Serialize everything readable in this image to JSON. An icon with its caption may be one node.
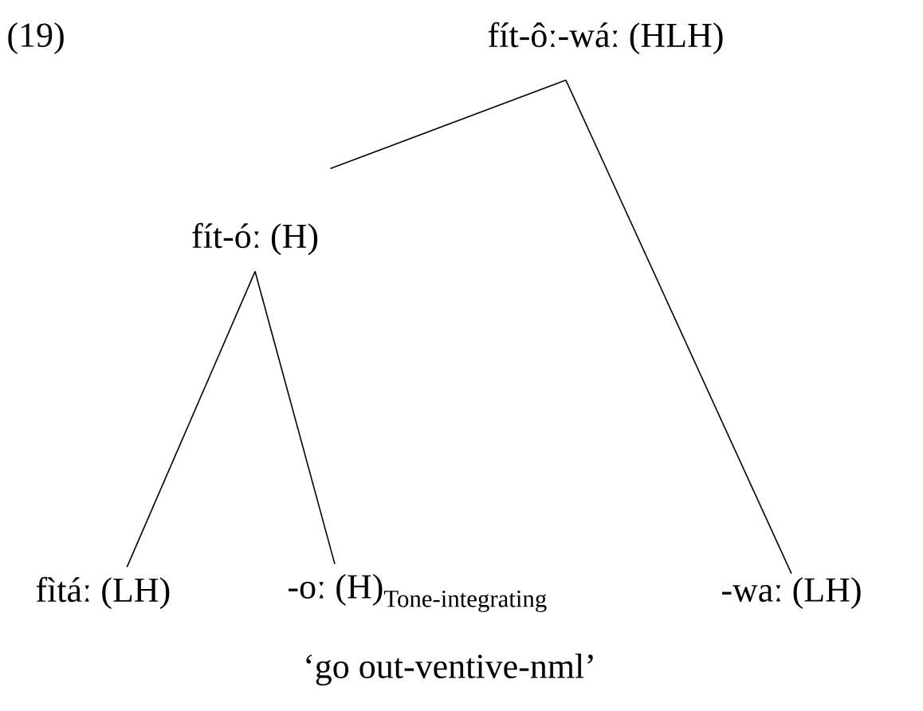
{
  "diagram": {
    "nodes": [
      {
        "text": [
          "fít-ôː-wáː (HLH)"
        ]
      },
      {
        "text": [
          "fít-óː (H)"
        ]
      },
      {
        "text": [
          "fìtáː (LH)"
        ]
      },
      {
        "text": [
          "\\text{-oː (H)}_{\\text{Tone-integrating}}"
        ]
      },
      {
        "text": [
          "-waː (LH)"
        ]
      }
    ],
    "edges": [
      {
        "from": 0,
        "to": 1,
        "arrow": "none"
      },
      {
        "from": 0,
        "to": 4,
        "arrow": "none"
      },
      {
        "from": 1,
        "to": 2,
        "arrow": "none"
      },
      {
        "from": 1,
        "to": 3,
        "arrow": "none"
      }
    ],
    "labels": [
      "(19)",
      "‘go out-ventive-nml’"
    ]
  }
}
